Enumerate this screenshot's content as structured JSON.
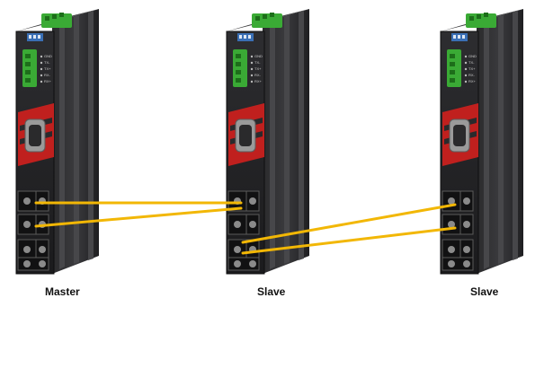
{
  "labels": {
    "master": "Master",
    "slave_1": "Slave",
    "slave_2": "Slave"
  },
  "devices": [
    {
      "role": "master",
      "led_labels": [
        "GND",
        "TX-",
        "TX+",
        "RX-",
        "RX+"
      ]
    },
    {
      "role": "slave",
      "led_labels": [
        "GND",
        "TX-",
        "TX+",
        "RX-",
        "RX+"
      ]
    },
    {
      "role": "slave",
      "led_labels": [
        "GND",
        "TX-",
        "TX+",
        "RX-",
        "RX+"
      ]
    }
  ],
  "colors": {
    "fiber": "#f2b705",
    "housing_dark": "#1c1c1e",
    "housing_face": "#2a2a2c",
    "terminal_green": "#3aaa35",
    "dip_blue": "#3a6fb5",
    "accent_red": "#c0201e",
    "port_metal": "#8a8a8a"
  }
}
